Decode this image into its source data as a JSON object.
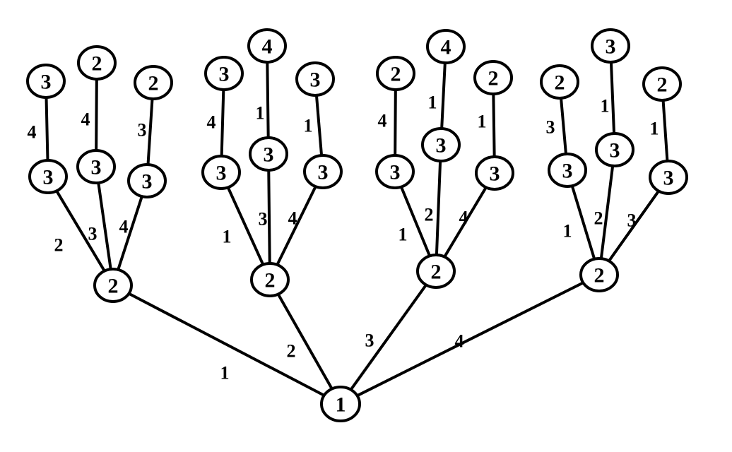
{
  "root": "1",
  "colors": {
    "line": "#000000",
    "background": "#ffffff"
  },
  "branches": [
    {
      "edge": "1",
      "node": "2",
      "children": [
        {
          "edge": "2",
          "node": "3",
          "leaf_edge": "4",
          "leaf": "3"
        },
        {
          "edge": "3",
          "node": "3",
          "leaf_edge": "4",
          "leaf": "2"
        },
        {
          "edge": "4",
          "node": "3",
          "leaf_edge": "3",
          "leaf": "2"
        }
      ]
    },
    {
      "edge": "2",
      "node": "2",
      "children": [
        {
          "edge": "1",
          "node": "3",
          "leaf_edge": "4",
          "leaf": "3"
        },
        {
          "edge": "3",
          "node": "3",
          "leaf_edge": "1",
          "leaf": "4"
        },
        {
          "edge": "4",
          "node": "3",
          "leaf_edge": "1",
          "leaf": "3"
        }
      ]
    },
    {
      "edge": "3",
      "node": "2",
      "children": [
        {
          "edge": "1",
          "node": "3",
          "leaf_edge": "4",
          "leaf": "2"
        },
        {
          "edge": "2",
          "node": "3",
          "leaf_edge": "1",
          "leaf": "4"
        },
        {
          "edge": "4",
          "node": "3",
          "leaf_edge": "1",
          "leaf": "2"
        }
      ]
    },
    {
      "edge": "4",
      "node": "2",
      "children": [
        {
          "edge": "1",
          "node": "3",
          "leaf_edge": "3",
          "leaf": "2"
        },
        {
          "edge": "2",
          "node": "3",
          "leaf_edge": "1",
          "leaf": "3"
        },
        {
          "edge": "3",
          "node": "3",
          "leaf_edge": "1",
          "leaf": "2"
        }
      ]
    }
  ]
}
